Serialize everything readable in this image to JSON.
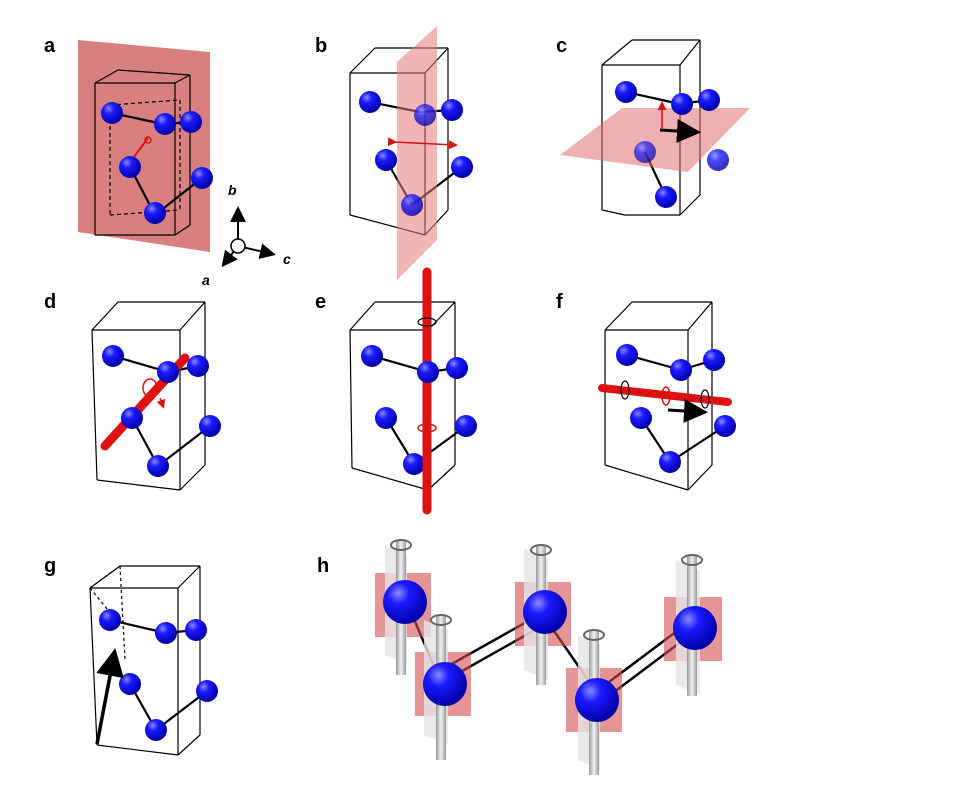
{
  "panels": {
    "a": "a",
    "b": "b",
    "c": "c",
    "d": "d",
    "e": "e",
    "f": "f",
    "g": "g",
    "h": "h"
  },
  "axes": {
    "b": "b",
    "c": "c",
    "a": "a"
  },
  "colors": {
    "atom": "#1010ee",
    "atom_highlight": "#7070ff",
    "plane": "#d24f4f",
    "axis_rod": "#dd1111",
    "arrow": "#000000",
    "cell_edge": "#000000",
    "h_rod": "#c8c8c8"
  },
  "icons": [
    "mirror-plane-icon",
    "rotation-axis-icon",
    "screw-axis-icon",
    "translation-arrow-icon",
    "coordinate-axes-icon"
  ]
}
